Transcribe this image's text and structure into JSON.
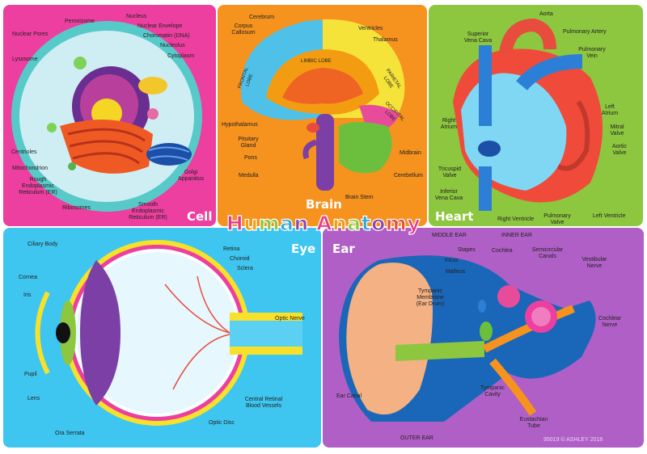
{
  "title": "Human Anatomy",
  "copyright": "95019 © ASHLEY 2018",
  "colors": {
    "cell_bg": "#ec3fa0",
    "brain_bg": "#f6921e",
    "heart_bg": "#8dc63f",
    "eye_bg": "#3ec6f0",
    "ear_bg": "#b05fc6"
  },
  "cell": {
    "title": "Cell",
    "labels": {
      "peroxisome": "Peroxisome",
      "nucleus": "Nucleus",
      "nuclear_pores": "Nuclear Pores",
      "nuclear_envelope": "Nuclear Envelope",
      "chromatin": "Choromatin (DNA)",
      "nucleolus": "Nucleolus",
      "lysosome": "Lysosome",
      "cytoplasm": "Cytoplasm",
      "centrioles": "Centrioles",
      "mitochondrion": "Mitochondrion",
      "rough_er": "Rough\nEndoplasmic\nReticulum (ER)",
      "ribosomes": "Ribosomes",
      "smooth_er": "Smooth\nEndoplasmic\nReticulum (ER)",
      "golgi": "Golgi\nApparatus"
    }
  },
  "brain": {
    "title": "Brain",
    "labels": {
      "cerebrum": "Cerebrum",
      "corpus_callosum": "Corpus\nCallosum",
      "ventricles": "Ventricles",
      "thalamus": "Thalamus",
      "frontal_lobe": "FRONTAL\nLOBE",
      "limbic_lobe": "LIMBIC LOBE",
      "parietal_lobe": "PARIETAL\nLOBE",
      "occipital_lobe": "OCCIPITAL\nLOBE",
      "hypothalamus": "Hypothalamus",
      "pituitary": "Pituitary\nGland",
      "pons": "Pons",
      "midbrain": "Midbrain",
      "cerebellum": "Cerebellum",
      "medulla": "Medulla",
      "brain_stem": "Brain Stem"
    }
  },
  "heart": {
    "title": "Heart",
    "labels": {
      "aorta": "Aorta",
      "superior_vena_cava": "Superior\nVena Cava",
      "pulmonary_artery": "Pulmonary Artery",
      "pulmonary_vein": "Pulmonary\nVein",
      "left_atrium": "Left\nAtrium",
      "right_atrium": "Right\nAtrium",
      "mitral_valve": "Mitral\nValve",
      "aortic_valve": "Aortic\nValve",
      "tricuspid_valve": "Tricuspid\nValve",
      "inferior_vena_cava": "Inferior\nVena Cava",
      "right_ventricle": "Right Ventricle",
      "pulmonary_valve": "Pulmonary\nValve",
      "left_ventricle": "Left Ventricle"
    }
  },
  "eye": {
    "title": "Eye",
    "labels": {
      "ciliary_body": "Ciliary Body",
      "retina": "Retina",
      "choroid": "Choroid",
      "sclera": "Sclera",
      "cornea": "Cornea",
      "iris": "Iris",
      "optic_nerve": "Optic Nerve",
      "pupil": "Pupil",
      "lens": "Lens",
      "central_retinal": "Central Retinal\nBlood Vessels",
      "optic_disc": "Optic Disc",
      "ora_serrata": "Ora Serrata"
    }
  },
  "ear": {
    "title": "Ear",
    "labels": {
      "middle_ear": "MIDDLE EAR",
      "inner_ear": "INNER EAR",
      "stapes": "Stapes",
      "incus": "Incus",
      "malleus": "Malleus",
      "cochlea": "Cochlea",
      "semicircular": "Semicircular\nCanals",
      "vestibular_nerve": "Vestibular\nNerve",
      "tympanic_membrane": "Tympanic\nMembrane\n(Ear Drum)",
      "cochlear_nerve": "Cochlear\nNerve",
      "ear_canal": "Ear Canal",
      "tympanic_cavity": "Tympanic\nCavity",
      "eustachian_tube": "Eustachian\nTube",
      "outer_ear": "OUTER EAR"
    }
  }
}
